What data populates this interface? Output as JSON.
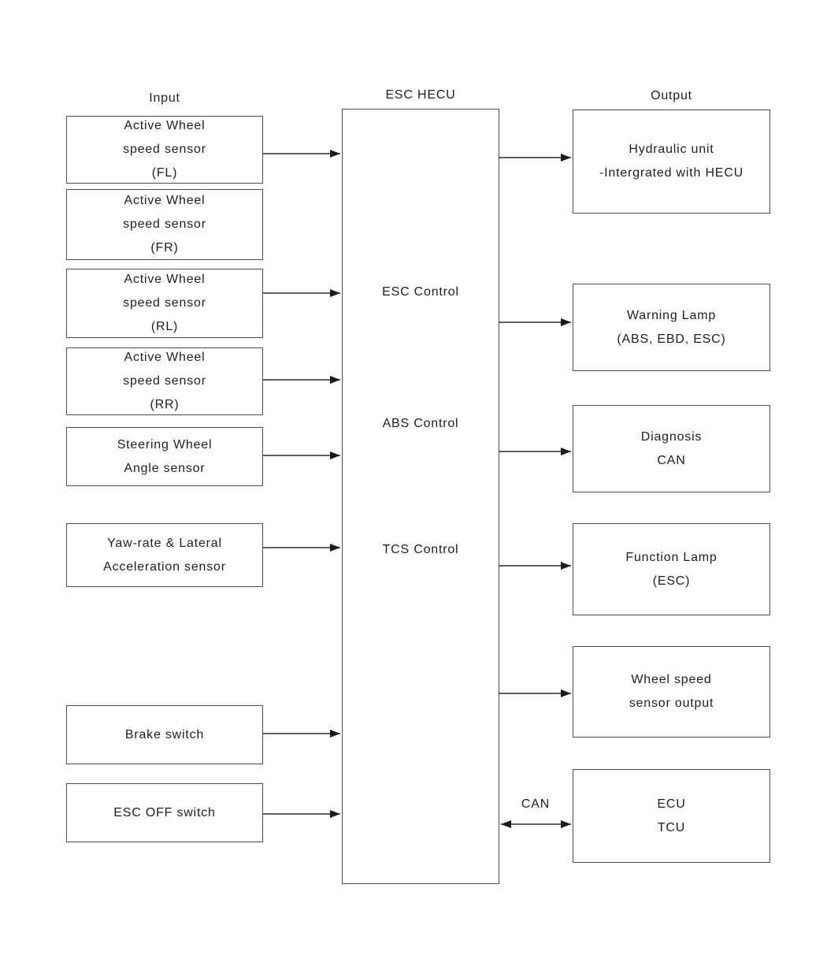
{
  "headers": {
    "input": "Input",
    "hecu": "ESC HECU",
    "output": "Output"
  },
  "hecu_controls": [
    "ESC Control",
    "ABS Control",
    "TCS Control"
  ],
  "inputs": [
    {
      "lines": [
        "Active Wheel",
        "speed sensor",
        "(FL)"
      ]
    },
    {
      "lines": [
        "Active Wheel",
        "speed sensor",
        "(FR)"
      ]
    },
    {
      "lines": [
        "Active Wheel",
        "speed sensor",
        "(RL)"
      ]
    },
    {
      "lines": [
        "Active Wheel",
        "speed sensor",
        "(RR)"
      ]
    },
    {
      "lines": [
        "Steering Wheel",
        "Angle sensor"
      ]
    },
    {
      "lines": [
        "Yaw-rate & Lateral",
        "Acceleration sensor"
      ]
    },
    {
      "lines": [
        "Brake switch"
      ]
    },
    {
      "lines": [
        "ESC OFF switch"
      ]
    }
  ],
  "outputs": [
    {
      "lines": [
        "Hydraulic unit",
        "-Intergrated with HECU"
      ]
    },
    {
      "lines": [
        "Warning Lamp",
        "(ABS, EBD, ESC)"
      ]
    },
    {
      "lines": [
        "Diagnosis",
        "CAN"
      ]
    },
    {
      "lines": [
        "Function Lamp",
        "(ESC)"
      ]
    },
    {
      "lines": [
        "Wheel speed",
        "sensor output"
      ]
    },
    {
      "lines": [
        "ECU",
        "TCU"
      ]
    }
  ],
  "can_bus_label": "CAN",
  "colors": {
    "background": "#ffffff",
    "box_border": "#4f4f4f",
    "text": "#1e1e1e",
    "arrow": "#1a1a1a"
  }
}
